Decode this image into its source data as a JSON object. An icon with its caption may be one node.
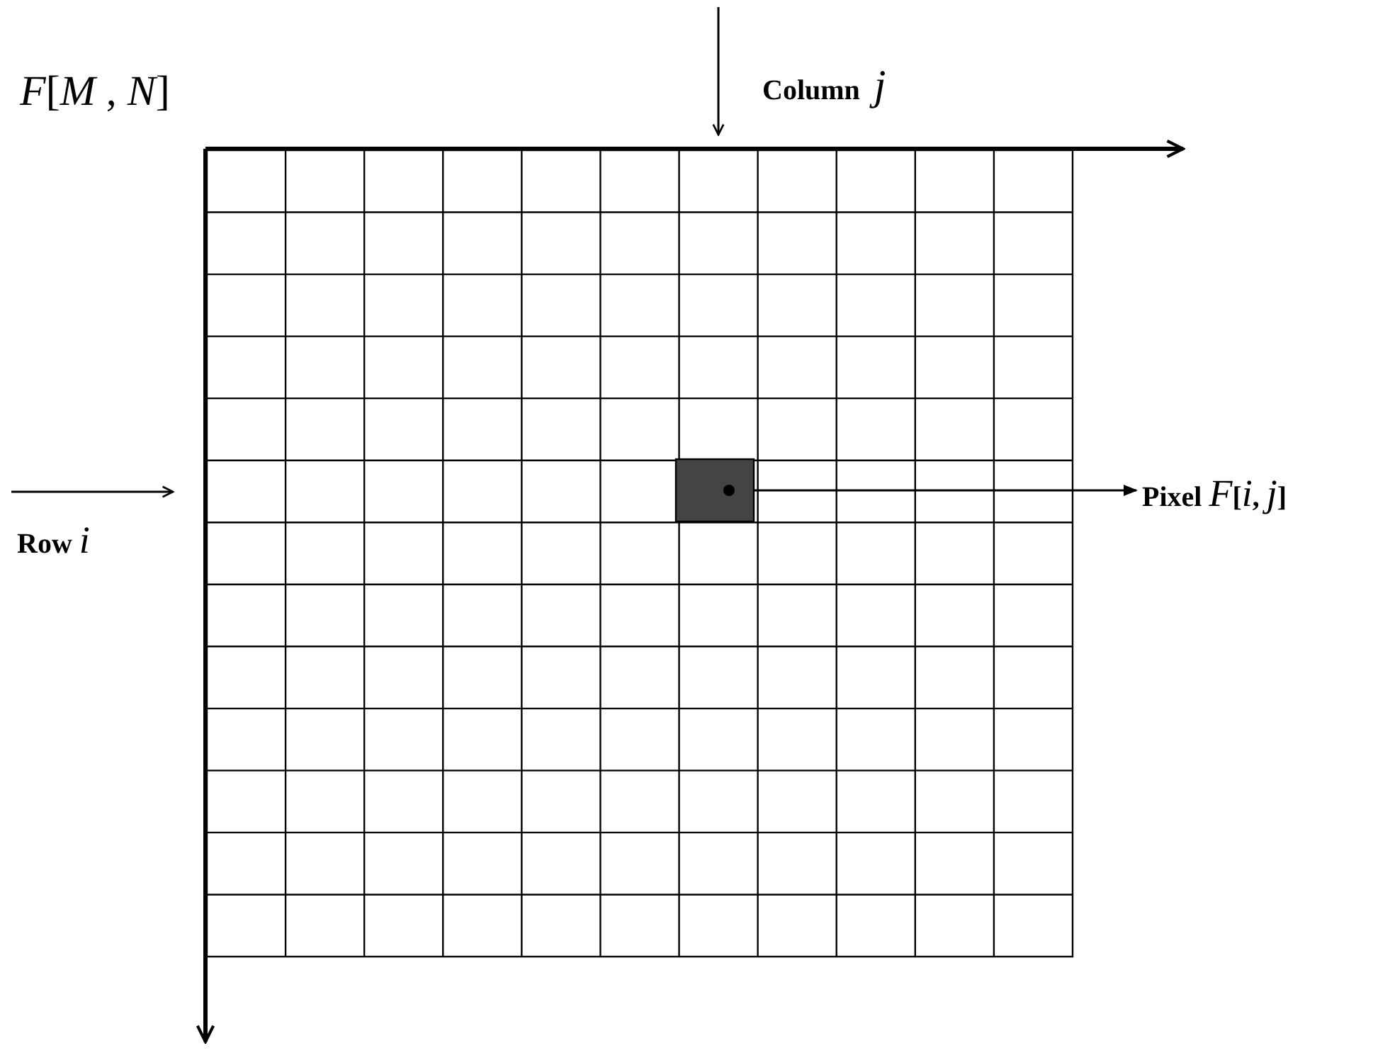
{
  "diagram": {
    "nodes": [
      {
        "text": [],
        "shape": "box"
      },
      {
        "text": [],
        "shape": "box",
        "in": 0
      },
      {
        "text": [
          "Pixel *F*[*i*, *j*]"
        ]
      }
    ],
    "edges": [
      {
        "from": 1,
        "to": 2,
        "arrow": "to"
      }
    ],
    "labels": [
      "*F*[*M* , *N*]",
      "Column  *j*",
      "Row *i*"
    ]
  }
}
